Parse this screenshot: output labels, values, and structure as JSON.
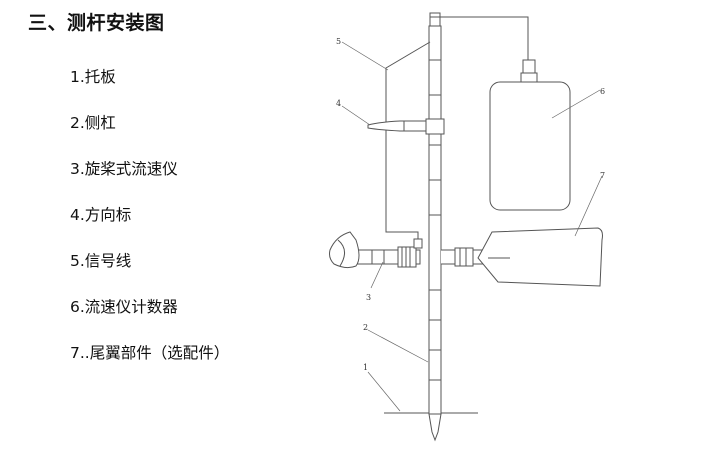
{
  "title": "三、测杆安装图",
  "parts": [
    "1.托板",
    "2.侧杠",
    "3.旋桨式流速仪",
    "4.方向标",
    "5.信号线",
    "6.流速仪计数器",
    "7..尾翼部件（选配件）"
  ],
  "callouts": [
    "1",
    "2",
    "3",
    "4",
    "5",
    "6",
    "7"
  ]
}
